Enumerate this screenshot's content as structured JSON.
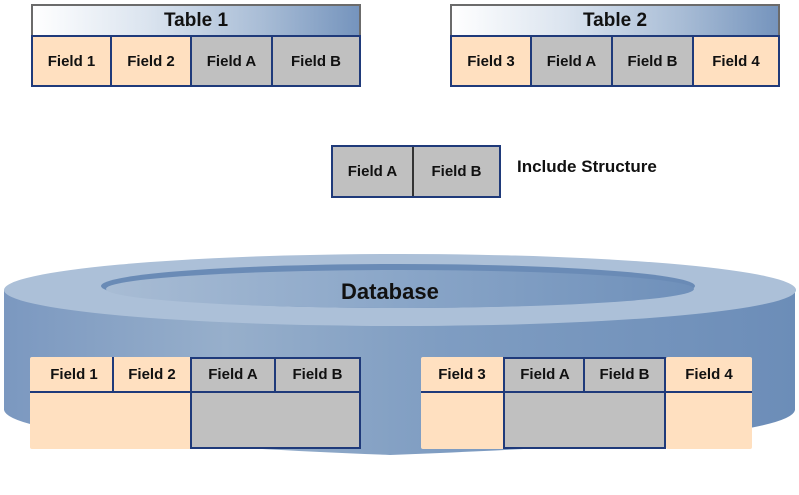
{
  "tables": {
    "table1": {
      "title": "Table 1",
      "fields": [
        "Field 1",
        "Field 2",
        "Field A",
        "Field B"
      ]
    },
    "table2": {
      "title": "Table 2",
      "fields": [
        "Field 3",
        "Field A",
        "Field B",
        "Field 4"
      ]
    }
  },
  "include_structure": {
    "label": "Include Structure",
    "fields": [
      "Field A",
      "Field B"
    ]
  },
  "database": {
    "label": "Database",
    "table1_fields": [
      "Field 1",
      "Field 2",
      "Field A",
      "Field B"
    ],
    "table2_fields": [
      "Field 3",
      "Field A",
      "Field B",
      "Field 4"
    ]
  },
  "colors": {
    "own_field": "#ffe0c0",
    "included_field": "#c0c0c0",
    "border": "#1f3a7a",
    "cylinder": "#7594bd"
  }
}
